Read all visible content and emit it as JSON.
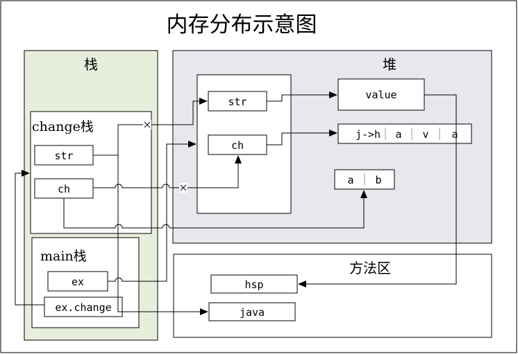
{
  "title": "内存分布示意图",
  "stack": {
    "label": "栈",
    "change_frame": {
      "label": "change栈",
      "str": "str",
      "ch": "ch"
    },
    "main_frame": {
      "label": "main栈",
      "ex": "ex",
      "call": "ex.change"
    }
  },
  "heap": {
    "label": "堆",
    "object": {
      "str": "str",
      "ch": "ch"
    },
    "value": "value",
    "char_array_1": [
      "j->h",
      "a",
      "v",
      "a"
    ],
    "char_array_2": [
      "a",
      "b"
    ]
  },
  "method_area": {
    "label": "方法区",
    "hsp": "hsp",
    "java": "java"
  },
  "colors": {
    "stack_fill": "#e8eedc",
    "heap_fill": "#e9e6ee",
    "line": "#000000"
  }
}
